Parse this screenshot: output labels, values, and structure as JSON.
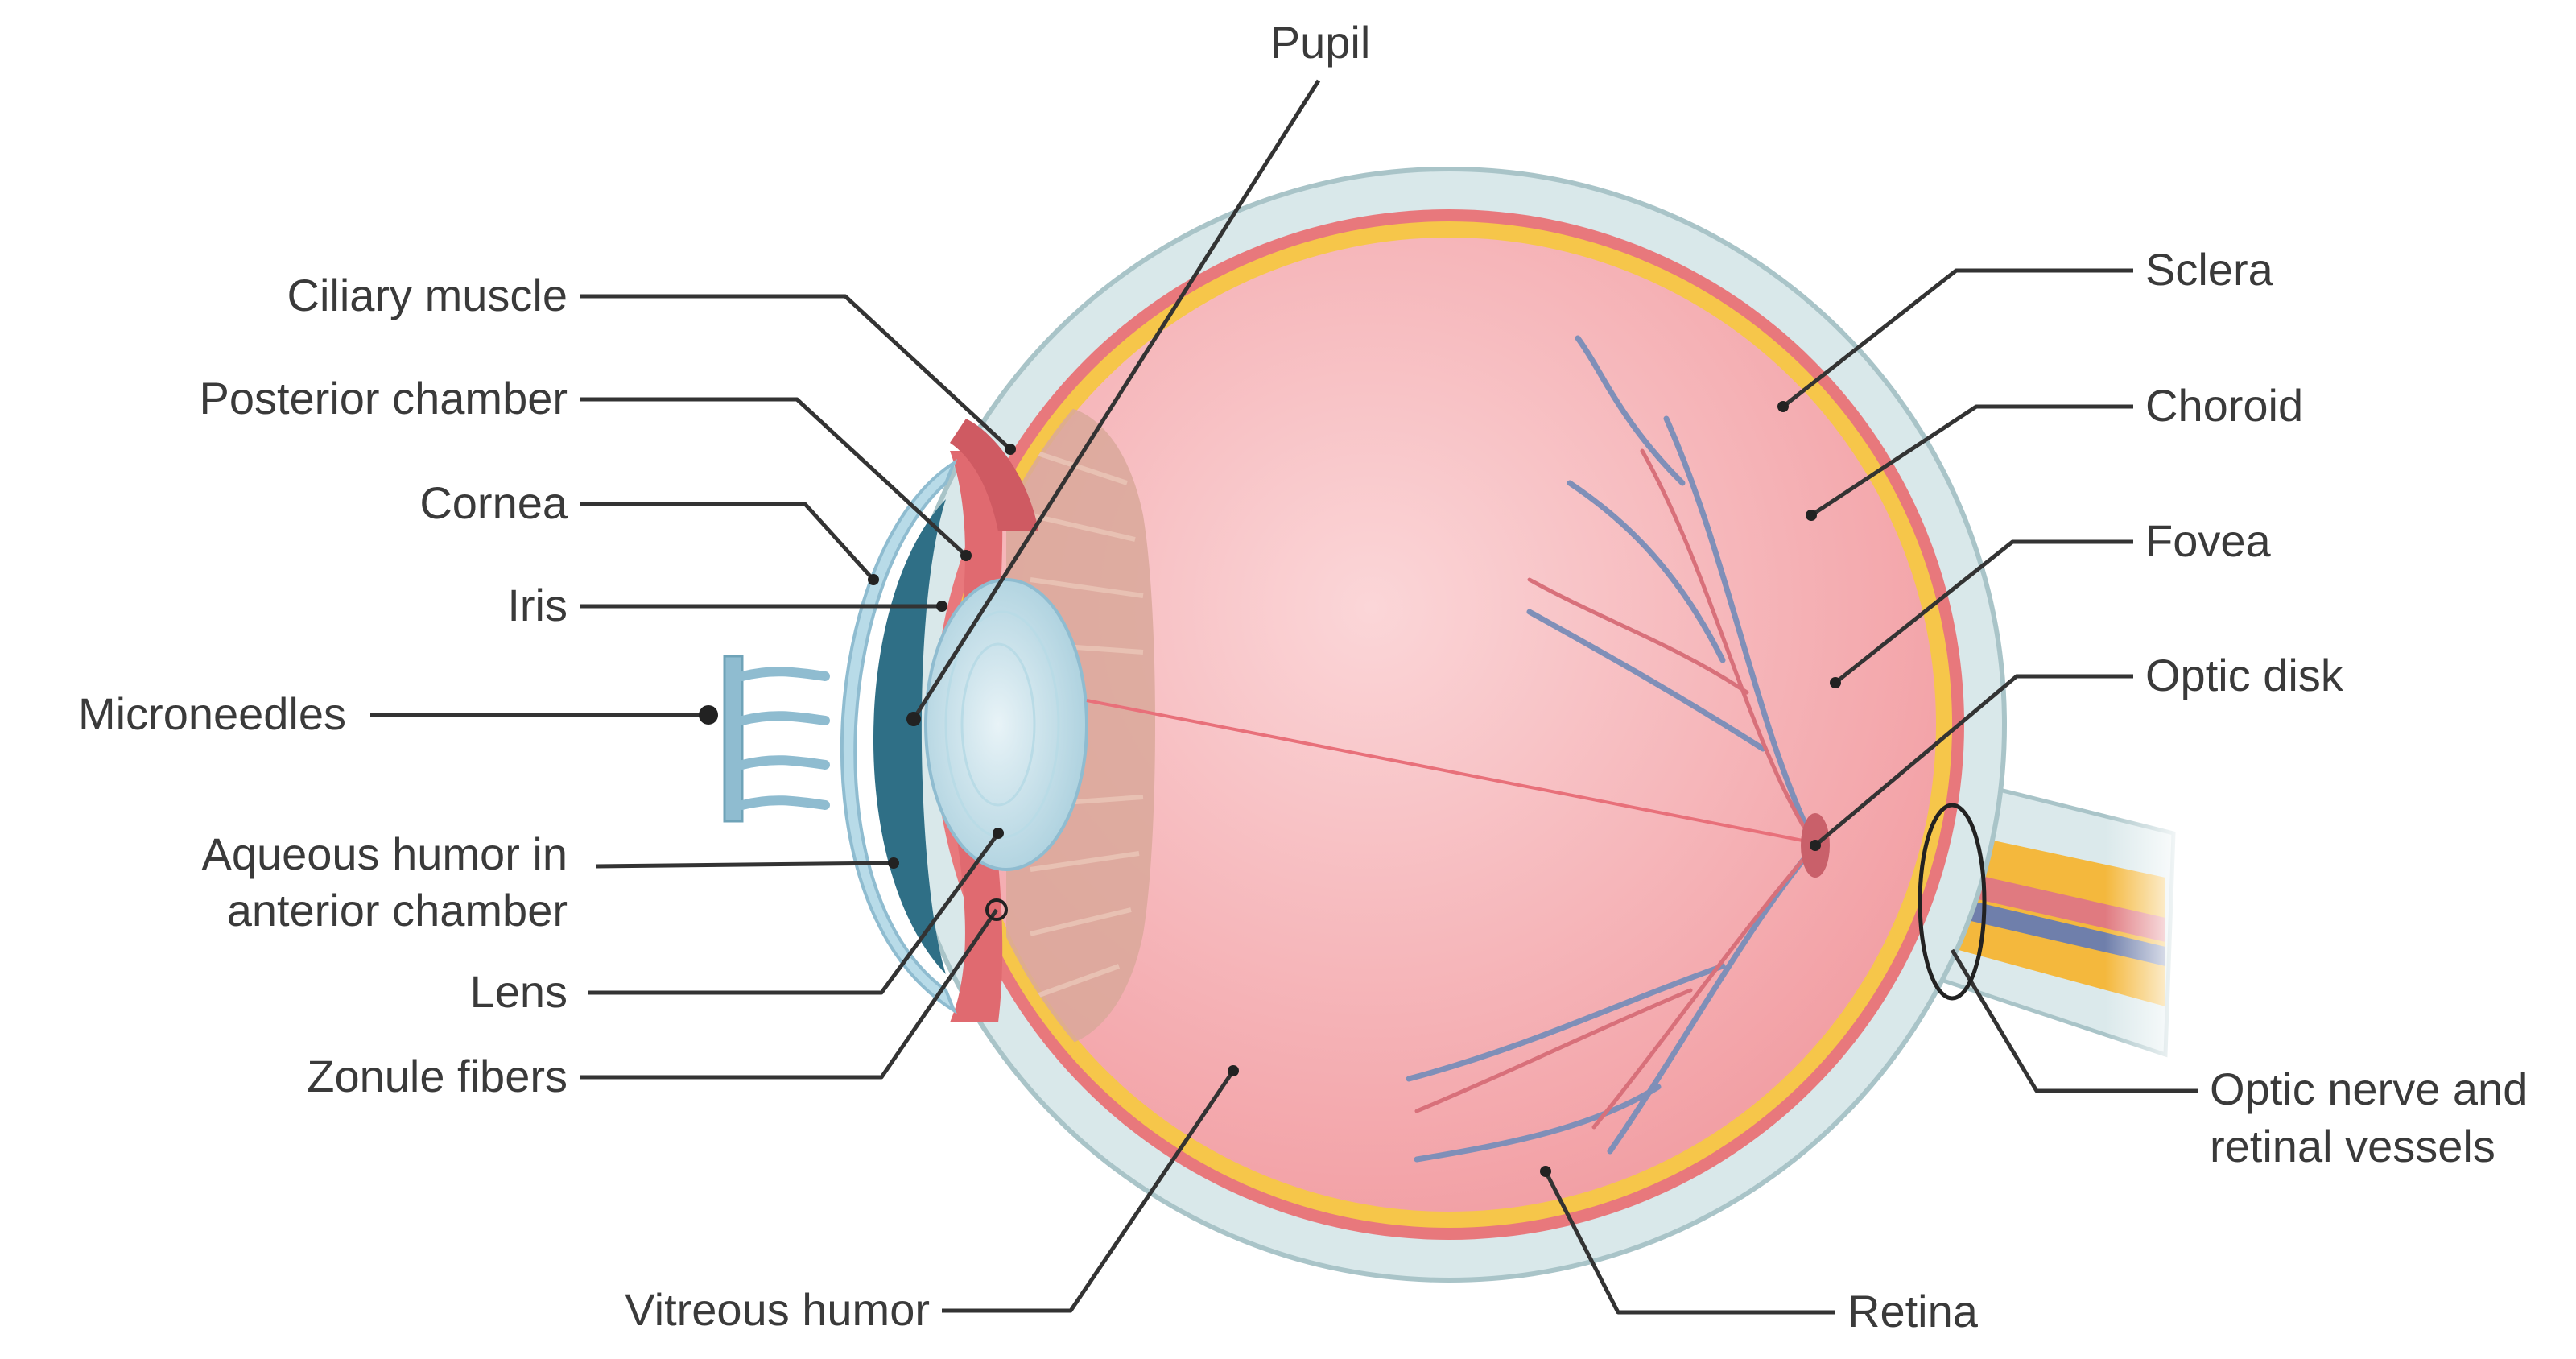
{
  "labels": {
    "pupil": "Pupil",
    "ciliary_muscle": "Ciliary muscle",
    "posterior_chamber": "Posterior chamber",
    "cornea": "Cornea",
    "iris": "Iris",
    "microneedles": "Microneedles",
    "aqueous_humor_line1": "Aqueous humor in",
    "aqueous_humor_line2": "anterior chamber",
    "lens": "Lens",
    "zonule_fibers": "Zonule fibers",
    "vitreous_humor": "Vitreous humor",
    "sclera": "Sclera",
    "choroid": "Choroid",
    "fovea": "Fovea",
    "optic_disk": "Optic disk",
    "optic_nerve_line1": "Optic nerve and",
    "optic_nerve_line2": "retinal vessels",
    "retina": "Retina"
  },
  "colors": {
    "sclera": "#d9e8ea",
    "sclera_edge": "#a9c4c8",
    "choroid": "#e8787c",
    "retina_band": "#f6c64a",
    "vitreous": "#f6b3b6",
    "lens": "#c9e0ea",
    "cornea": "#b8dbe8",
    "anterior_chamber": "#2f6f86",
    "iris": "#e06a70",
    "vessels": "#7f8fb8",
    "optic_nerve": "#f3b63b"
  }
}
